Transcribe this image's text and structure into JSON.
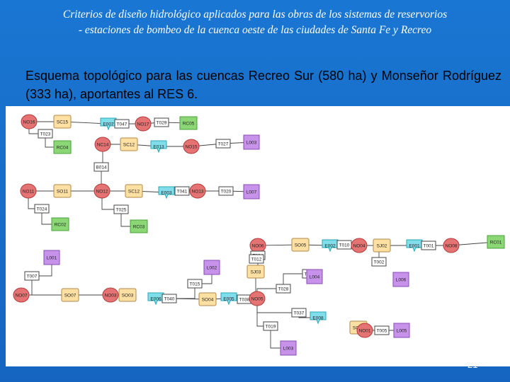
{
  "slide": {
    "title_line1": "Criterios de diseño hidrológico aplicados para las obras de los sistemas de reservorios",
    "title_line2": "- estaciones de bombeo de la cuenca oeste  de las ciudades de Santa Fe y Recreo",
    "subtitle": "Esquema topológico para las cuencas Recreo Sur (580 ha) y Monseñor Rodríguez (333 ha), aportantes al RES 6.",
    "page_number": "21"
  },
  "colors": {
    "background": "#1565c0",
    "node_red": "#e57373",
    "node_tan": "#ffe0a3",
    "node_cyan": "#80deea",
    "node_green": "#8bd776",
    "node_purple": "#c792ea",
    "link_white": "#ffffff",
    "edge": "#444444"
  },
  "diagram": {
    "nodes": [
      {
        "label": "NO16",
        "type": "red-circle"
      },
      {
        "label": "SC15",
        "type": "tan-box"
      },
      {
        "label": "E007",
        "type": "cyan-box"
      },
      {
        "label": "T047",
        "type": "white-box"
      },
      {
        "label": "NO17",
        "type": "red-circle"
      },
      {
        "label": "T029",
        "type": "white-box"
      },
      {
        "label": "RC05",
        "type": "green-box"
      },
      {
        "label": "T023",
        "type": "white-box"
      },
      {
        "label": "RC04",
        "type": "green-box"
      },
      {
        "label": "NC14",
        "type": "red-circle"
      },
      {
        "label": "SC12",
        "type": "tan-box"
      },
      {
        "label": "E013",
        "type": "cyan-box"
      },
      {
        "label": "NO15",
        "type": "red-circle"
      },
      {
        "label": "T027",
        "type": "white-box"
      },
      {
        "label": "L003",
        "type": "purple-box"
      },
      {
        "label": "B014",
        "type": "white-box"
      },
      {
        "label": "NO11",
        "type": "red-circle"
      },
      {
        "label": "SO11",
        "type": "tan-box"
      },
      {
        "label": "NO12",
        "type": "red-circle"
      },
      {
        "label": "SC12",
        "type": "tan-box"
      },
      {
        "label": "E003",
        "type": "cyan-box"
      },
      {
        "label": "T041",
        "type": "white-box"
      },
      {
        "label": "NO13",
        "type": "red-circle"
      },
      {
        "label": "T020",
        "type": "white-box"
      },
      {
        "label": "L007",
        "type": "purple-box"
      },
      {
        "label": "T024",
        "type": "white-box"
      },
      {
        "label": "T025",
        "type": "white-box"
      },
      {
        "label": "RC02",
        "type": "green-box"
      },
      {
        "label": "RC03",
        "type": "green-box"
      },
      {
        "label": "NO06",
        "type": "red-circle"
      },
      {
        "label": "SO05",
        "type": "tan-box"
      },
      {
        "label": "E002",
        "type": "cyan-box"
      },
      {
        "label": "T010",
        "type": "white-box"
      },
      {
        "label": "NO04",
        "type": "red-circle"
      },
      {
        "label": "SJ02",
        "type": "tan-box"
      },
      {
        "label": "E001",
        "type": "cyan-box"
      },
      {
        "label": "T001",
        "type": "white-box"
      },
      {
        "label": "NO08",
        "type": "red-circle"
      },
      {
        "label": "T002",
        "type": "white-box"
      },
      {
        "label": "RC01",
        "type": "green-box"
      },
      {
        "label": "T034",
        "type": "white-box"
      },
      {
        "label": "T012",
        "type": "white-box"
      },
      {
        "label": "L001",
        "type": "purple-box"
      },
      {
        "label": "L002",
        "type": "purple-box"
      },
      {
        "label": "SJ03",
        "type": "tan-box"
      },
      {
        "label": "T008",
        "type": "white-box"
      },
      {
        "label": "L004",
        "type": "purple-box"
      },
      {
        "label": "L006",
        "type": "purple-box"
      },
      {
        "label": "T015",
        "type": "white-box"
      },
      {
        "label": "T007",
        "type": "white-box"
      },
      {
        "label": "NO07",
        "type": "red-circle"
      },
      {
        "label": "SO07",
        "type": "tan-box"
      },
      {
        "label": "NO03",
        "type": "red-circle"
      },
      {
        "label": "SO03",
        "type": "tan-box"
      },
      {
        "label": "E006",
        "type": "cyan-box"
      },
      {
        "label": "T040",
        "type": "white-box"
      },
      {
        "label": "SO04",
        "type": "tan-box"
      },
      {
        "label": "E005",
        "type": "cyan-box"
      },
      {
        "label": "T038",
        "type": "white-box"
      },
      {
        "label": "NO05",
        "type": "red-circle"
      },
      {
        "label": "T028",
        "type": "white-box"
      },
      {
        "label": "T037",
        "type": "white-box"
      },
      {
        "label": "E008",
        "type": "cyan-box"
      },
      {
        "label": "SC01",
        "type": "tan-box"
      },
      {
        "label": "NO01",
        "type": "red-circle"
      },
      {
        "label": "T005",
        "type": "white-box"
      },
      {
        "label": "L005",
        "type": "purple-box"
      },
      {
        "label": "T019",
        "type": "white-box"
      },
      {
        "label": "L003",
        "type": "purple-box"
      }
    ]
  }
}
